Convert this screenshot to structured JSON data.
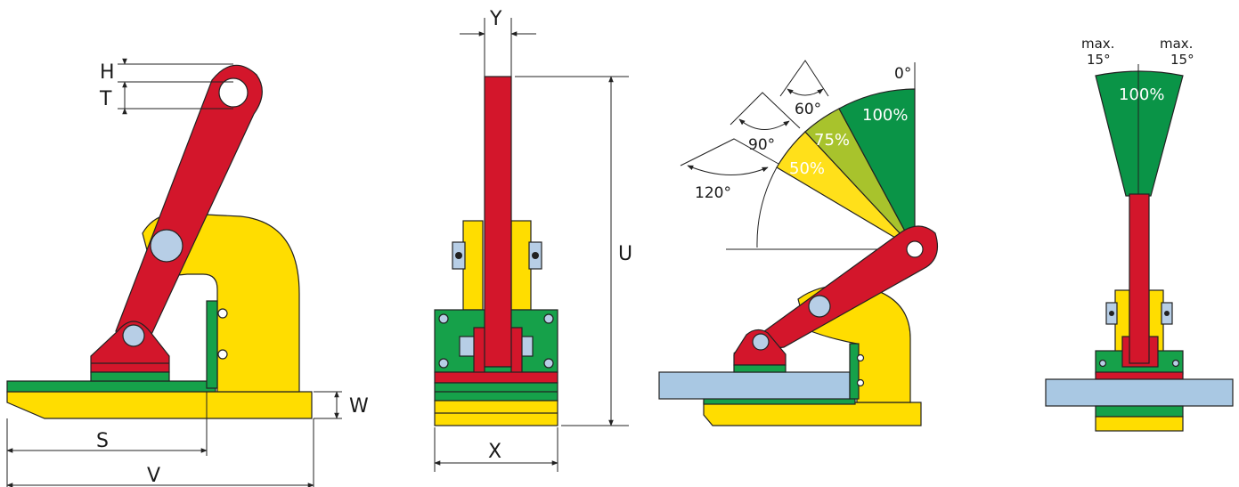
{
  "views": {
    "side": {
      "dims": {
        "H": "H",
        "T": "T",
        "S": "S",
        "V": "V",
        "W": "W"
      }
    },
    "front": {
      "dims": {
        "Y": "Y",
        "U": "U",
        "X": "X"
      }
    },
    "tilt": {
      "origin": "0°",
      "angles": [
        "60°",
        "90°",
        "120°"
      ],
      "zones": [
        {
          "label": "100%",
          "color": "#0a9447"
        },
        {
          "label": "75%",
          "color": "#a8c32c"
        },
        {
          "label": "50%",
          "color": "#ffe01a"
        }
      ]
    },
    "lateral": {
      "max_left_label": "max.",
      "max_left_angle": "15°",
      "max_right_label": "max.",
      "max_right_angle": "15°",
      "zone": {
        "label": "100%",
        "color": "#0a9447"
      }
    }
  },
  "colors": {
    "red": "#d3162b",
    "yellow": "#ffdd00",
    "green": "#16a14a",
    "steel": "#a9c8e3",
    "bolt": "#b7cee6"
  }
}
